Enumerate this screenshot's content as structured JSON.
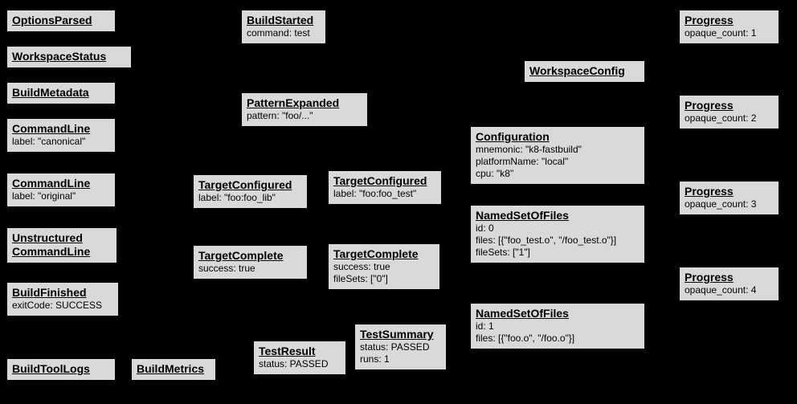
{
  "diagram": {
    "description": "Build event protocol graph of event boxes on black background",
    "background_color": "#000000",
    "box_fill_color": "#d9d9d9",
    "box_border_color": "#000000",
    "text_color": "#000000"
  },
  "boxes": [
    {
      "title": "OptionsParsed",
      "lines": []
    },
    {
      "title": "WorkspaceStatus",
      "lines": []
    },
    {
      "title": "BuildMetadata",
      "lines": []
    },
    {
      "title": "CommandLine",
      "lines": [
        "label: \"canonical\""
      ]
    },
    {
      "title": "CommandLine",
      "lines": [
        "label: \"original\""
      ]
    },
    {
      "title": "Unstructured CommandLine",
      "lines": []
    },
    {
      "title": "BuildFinished",
      "lines": [
        "exitCode: SUCCESS"
      ]
    },
    {
      "title": "BuildToolLogs",
      "lines": []
    },
    {
      "title": "BuildMetrics",
      "lines": []
    },
    {
      "title": "BuildStarted",
      "lines": [
        "command: test"
      ]
    },
    {
      "title": "PatternExpanded",
      "lines": [
        "pattern: \"foo/...\""
      ]
    },
    {
      "title": "TargetConfigured",
      "lines": [
        "label: \"foo:foo_lib\""
      ]
    },
    {
      "title": "TargetComplete",
      "lines": [
        "success: true"
      ]
    },
    {
      "title": "TestResult",
      "lines": [
        "status: PASSED"
      ]
    },
    {
      "title": "TargetConfigured",
      "lines": [
        "label: \"foo:foo_test\""
      ]
    },
    {
      "title": "TargetComplete",
      "lines": [
        "success: true",
        "fileSets: [\"0\"]"
      ]
    },
    {
      "title": "TestSummary",
      "lines": [
        "status: PASSED",
        "runs: 1"
      ]
    },
    {
      "title": "WorkspaceConfig",
      "lines": []
    },
    {
      "title": "Configuration",
      "lines": [
        "mnemonic: \"k8-fastbuild\"",
        "platformName: \"local\"",
        "cpu: \"k8\""
      ]
    },
    {
      "title": "NamedSetOfFiles",
      "lines": [
        "id: 0",
        "files: [{\"foo_test.o\", \"/foo_test.o\"}]",
        "fileSets: [\"1\"]"
      ]
    },
    {
      "title": "NamedSetOfFiles",
      "lines": [
        "id: 1",
        "files: [{\"foo.o\", \"/foo.o\"}]"
      ]
    },
    {
      "title": "Progress",
      "lines": [
        "opaque_count: 1"
      ]
    },
    {
      "title": "Progress",
      "lines": [
        "opaque_count: 2"
      ]
    },
    {
      "title": "Progress",
      "lines": [
        "opaque_count: 3"
      ]
    },
    {
      "title": "Progress",
      "lines": [
        "opaque_count: 4"
      ]
    }
  ]
}
